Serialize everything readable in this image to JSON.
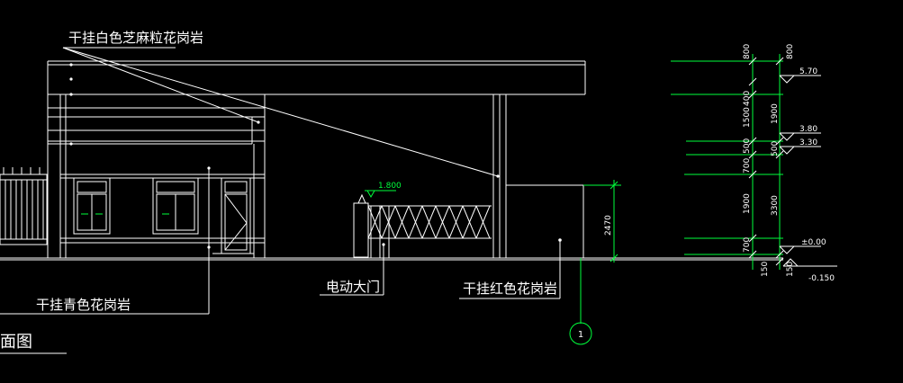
{
  "labels": {
    "top": "干挂白色芝麻粒花岗岩",
    "left_bottom": "干挂青色花岗岩",
    "gate": "电动大门",
    "red_granite": "干挂红色花岗岩",
    "view_title": "面图"
  },
  "levels": {
    "l570": "5.70",
    "l380": "3.80",
    "l330": "3.30",
    "l000": "±0.00",
    "lm150": "-0.150"
  },
  "dims_left": {
    "d800": "800",
    "d1500": "1500",
    "d400": "400",
    "d500a": "500",
    "d700a": "700",
    "d1900": "1900",
    "d700b": "700",
    "d150": "150"
  },
  "dims_right": {
    "d800": "800",
    "d1900": "1900",
    "d500": "500",
    "d3300": "3300",
    "d150": "150"
  },
  "gate_height": "2470",
  "gate_level": "1.800",
  "grid_axis": "1",
  "colors": {
    "background": "#000000",
    "lines": "#ffffff",
    "dimension": "#00ff3c"
  }
}
